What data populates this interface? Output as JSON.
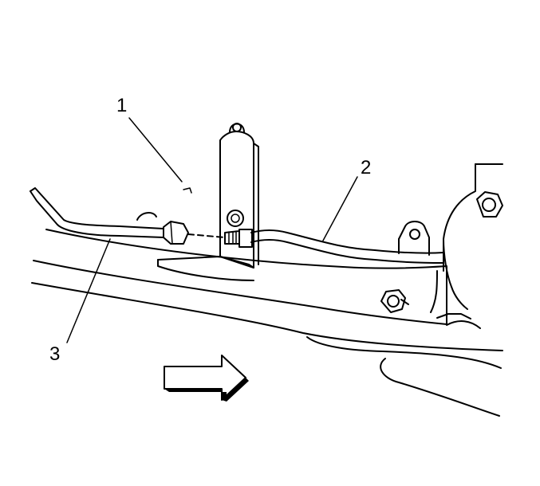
{
  "callouts": [
    {
      "id": "1",
      "text": "1"
    },
    {
      "id": "2",
      "text": "2"
    },
    {
      "id": "3",
      "text": "3"
    }
  ],
  "icons": {
    "arrow": "direction-arrow-right"
  },
  "colors": {
    "line": "#000000",
    "background": "#ffffff"
  }
}
